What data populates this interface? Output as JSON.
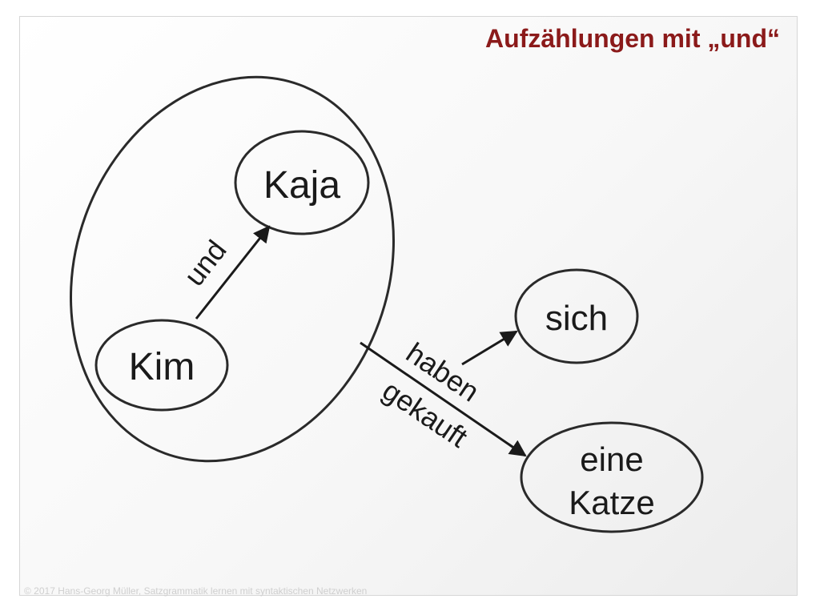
{
  "title": "Aufzählungen mit „und“",
  "footer": "© 2017 Hans-Georg Müller, Satzgrammatik lernen mit syntaktischen Netzwerken",
  "nodes": {
    "kaja": "Kaja",
    "kim": "Kim",
    "sich": "sich",
    "eine_katze_line1": "eine",
    "eine_katze_line2": "Katze"
  },
  "edges": {
    "und": "und",
    "haben": "haben",
    "gekauft": "gekauft"
  }
}
